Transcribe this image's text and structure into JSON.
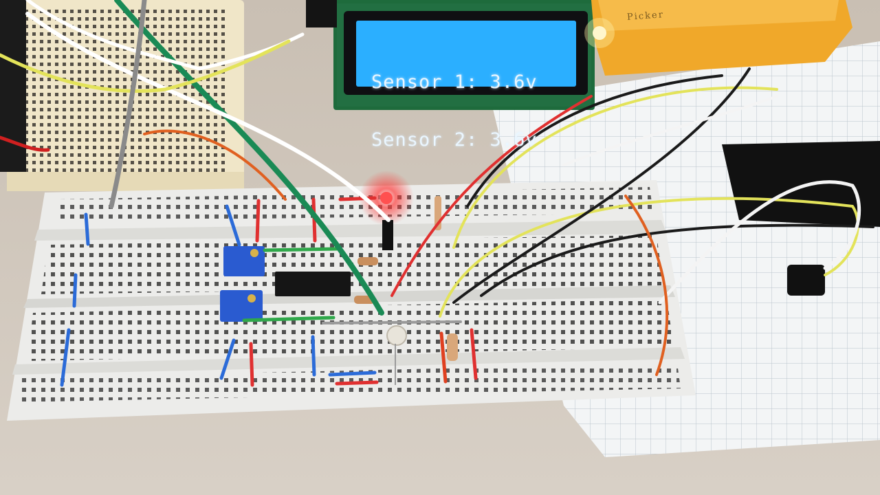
{
  "lcd": {
    "line1": "Sensor 1: 3.6v",
    "line2": "Sensor 2: 3.6v"
  },
  "device": {
    "label": "Picker"
  },
  "colors": {
    "lcd_backlight": "#1fa9ff",
    "lcd_bezel": "#1e6b3c",
    "breadboard": "#eeeeee",
    "led_on": "#ff2a2a",
    "potentiometer": "#2a5bd0",
    "yellow_device": "#f0a82a"
  }
}
